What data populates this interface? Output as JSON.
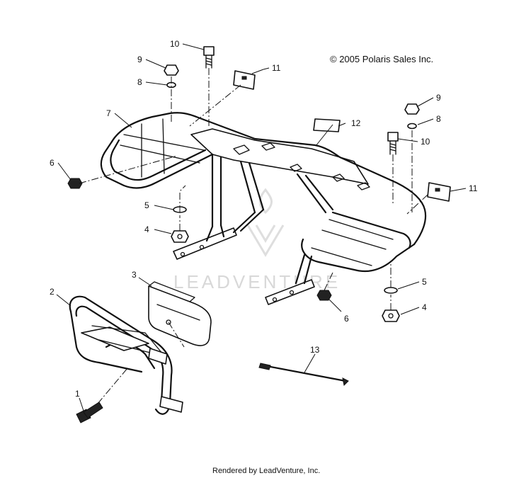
{
  "copyright": "© 2005 Polaris Sales Inc.",
  "footer": "Rendered by LeadVenture, Inc.",
  "watermark": "LEADVENTURE",
  "callouts": [
    {
      "id": "c1",
      "label": "1"
    },
    {
      "id": "c2",
      "label": "2"
    },
    {
      "id": "c3",
      "label": "3"
    },
    {
      "id": "c4a",
      "label": "4"
    },
    {
      "id": "c4b",
      "label": "4"
    },
    {
      "id": "c5a",
      "label": "5"
    },
    {
      "id": "c5b",
      "label": "5"
    },
    {
      "id": "c6a",
      "label": "6"
    },
    {
      "id": "c6b",
      "label": "6"
    },
    {
      "id": "c7",
      "label": "7"
    },
    {
      "id": "c8a",
      "label": "8"
    },
    {
      "id": "c8b",
      "label": "8"
    },
    {
      "id": "c9a",
      "label": "9"
    },
    {
      "id": "c9b",
      "label": "9"
    },
    {
      "id": "c10a",
      "label": "10"
    },
    {
      "id": "c10b",
      "label": "10"
    },
    {
      "id": "c11a",
      "label": "11"
    },
    {
      "id": "c11b",
      "label": "11"
    },
    {
      "id": "c12",
      "label": "12"
    },
    {
      "id": "c13",
      "label": "13"
    }
  ]
}
